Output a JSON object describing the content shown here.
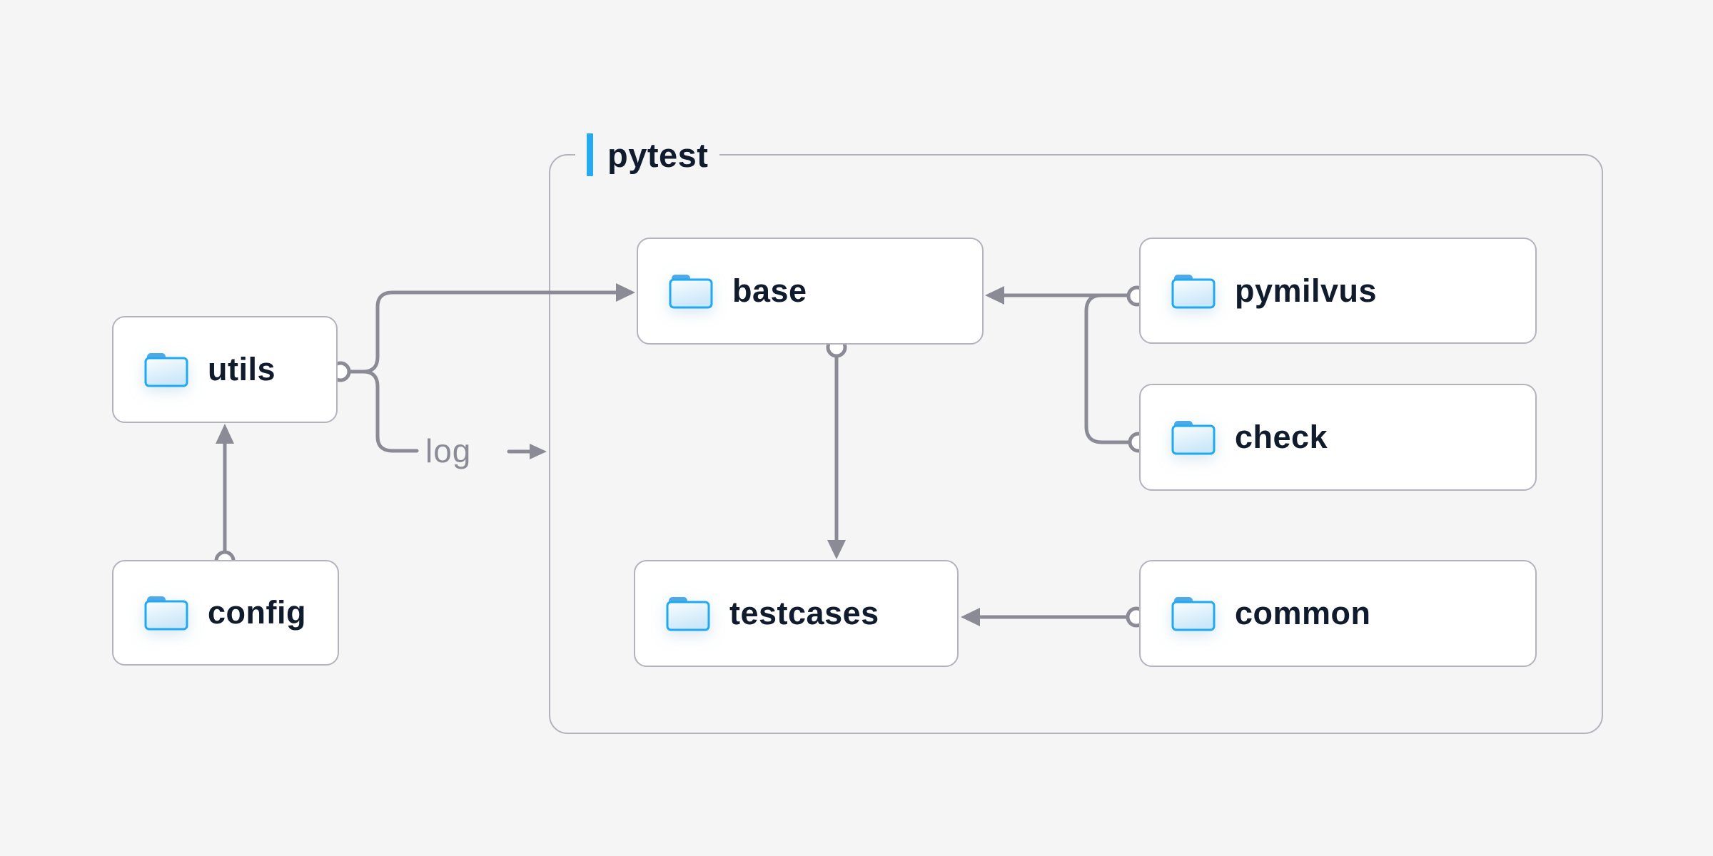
{
  "colors": {
    "bg": "#f5f5f6",
    "node-bg": "#ffffff",
    "border": "#b3b2bd",
    "line": "#8b8b96",
    "text": "#111b2e",
    "accent": "#25a9f0",
    "folder-stroke": "#1fa9f1",
    "folder-tab": "#4fa9e6",
    "folder-fill-top": "#f9fdff",
    "folder-fill-bottom": "#cbe7f9"
  },
  "diagram": {
    "group": {
      "label": "pytest"
    },
    "nodes": {
      "utils": {
        "label": "utils",
        "icon": "folder-icon"
      },
      "config": {
        "label": "config",
        "icon": "folder-icon"
      },
      "base": {
        "label": "base",
        "icon": "folder-icon"
      },
      "pymilvus": {
        "label": "pymilvus",
        "icon": "folder-icon"
      },
      "check": {
        "label": "check",
        "icon": "folder-icon"
      },
      "testcases": {
        "label": "testcases",
        "icon": "folder-icon"
      },
      "common": {
        "label": "common",
        "icon": "folder-icon"
      }
    },
    "edges": [
      {
        "from": "config",
        "to": "utils"
      },
      {
        "from": "utils",
        "to": "base"
      },
      {
        "from": "utils",
        "to": "pytest",
        "label": "log"
      },
      {
        "from": "pymilvus",
        "to": "base"
      },
      {
        "from": "check",
        "to": "base"
      },
      {
        "from": "base",
        "to": "testcases"
      },
      {
        "from": "common",
        "to": "testcases"
      }
    ]
  }
}
